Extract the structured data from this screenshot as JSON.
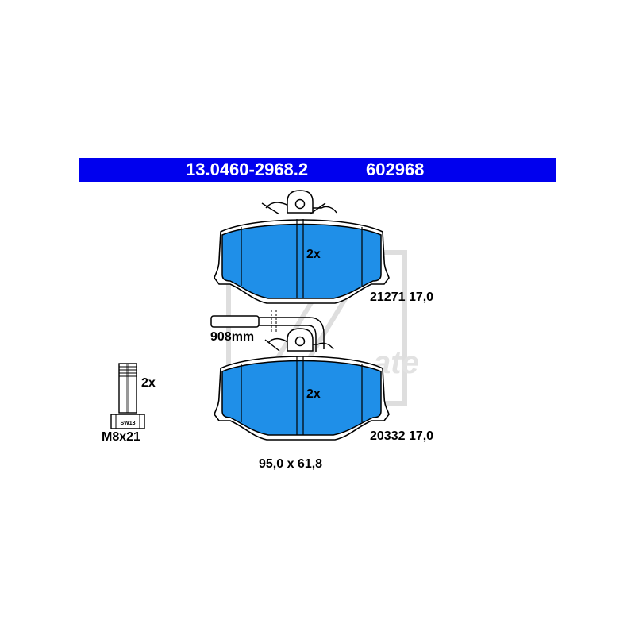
{
  "header": {
    "part_number": "13.0460-2968.2",
    "ref_number": "602968"
  },
  "pads": [
    {
      "quantity": "2x",
      "code": "21271 17,0"
    },
    {
      "quantity": "2x",
      "code": "20332 17,0"
    }
  ],
  "wear_sensor": {
    "length": "908mm"
  },
  "bolt": {
    "quantity": "2x",
    "size": "M8x21",
    "wrench_size": "SW13"
  },
  "dimensions": "95,0 x 61,8",
  "colors": {
    "header": "#0000ee",
    "pad_fill": "#1f8fe8",
    "watermark": "#d9d9d9"
  }
}
